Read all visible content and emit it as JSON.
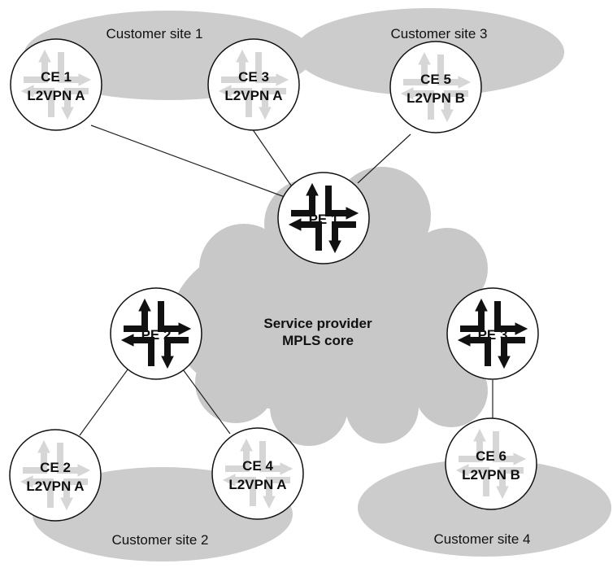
{
  "core": {
    "label_line1": "Service provider",
    "label_line2": "MPLS core"
  },
  "sites": {
    "site1": "Customer site 1",
    "site2": "Customer site 2",
    "site3": "Customer site 3",
    "site4": "Customer site 4"
  },
  "routers": {
    "ce1": {
      "line1": "CE 1",
      "line2": "L2VPN A"
    },
    "ce2": {
      "line1": "CE 2",
      "line2": "L2VPN A"
    },
    "ce3": {
      "line1": "CE 3",
      "line2": "L2VPN A"
    },
    "ce4": {
      "line1": "CE 4",
      "line2": "L2VPN A"
    },
    "ce5": {
      "line1": "CE 5",
      "line2": "L2VPN B"
    },
    "ce6": {
      "line1": "CE 6",
      "line2": "L2VPN B"
    },
    "pe1": {
      "line1": "PE 1"
    },
    "pe2": {
      "line1": "PE 2"
    },
    "pe3": {
      "line1": "PE 3"
    }
  },
  "colors": {
    "site_fill": "#cccccc",
    "cloud_fill": "#c8c8c8",
    "pe_arrow": "#111111",
    "ce_arrow": "#d6d6d6"
  }
}
